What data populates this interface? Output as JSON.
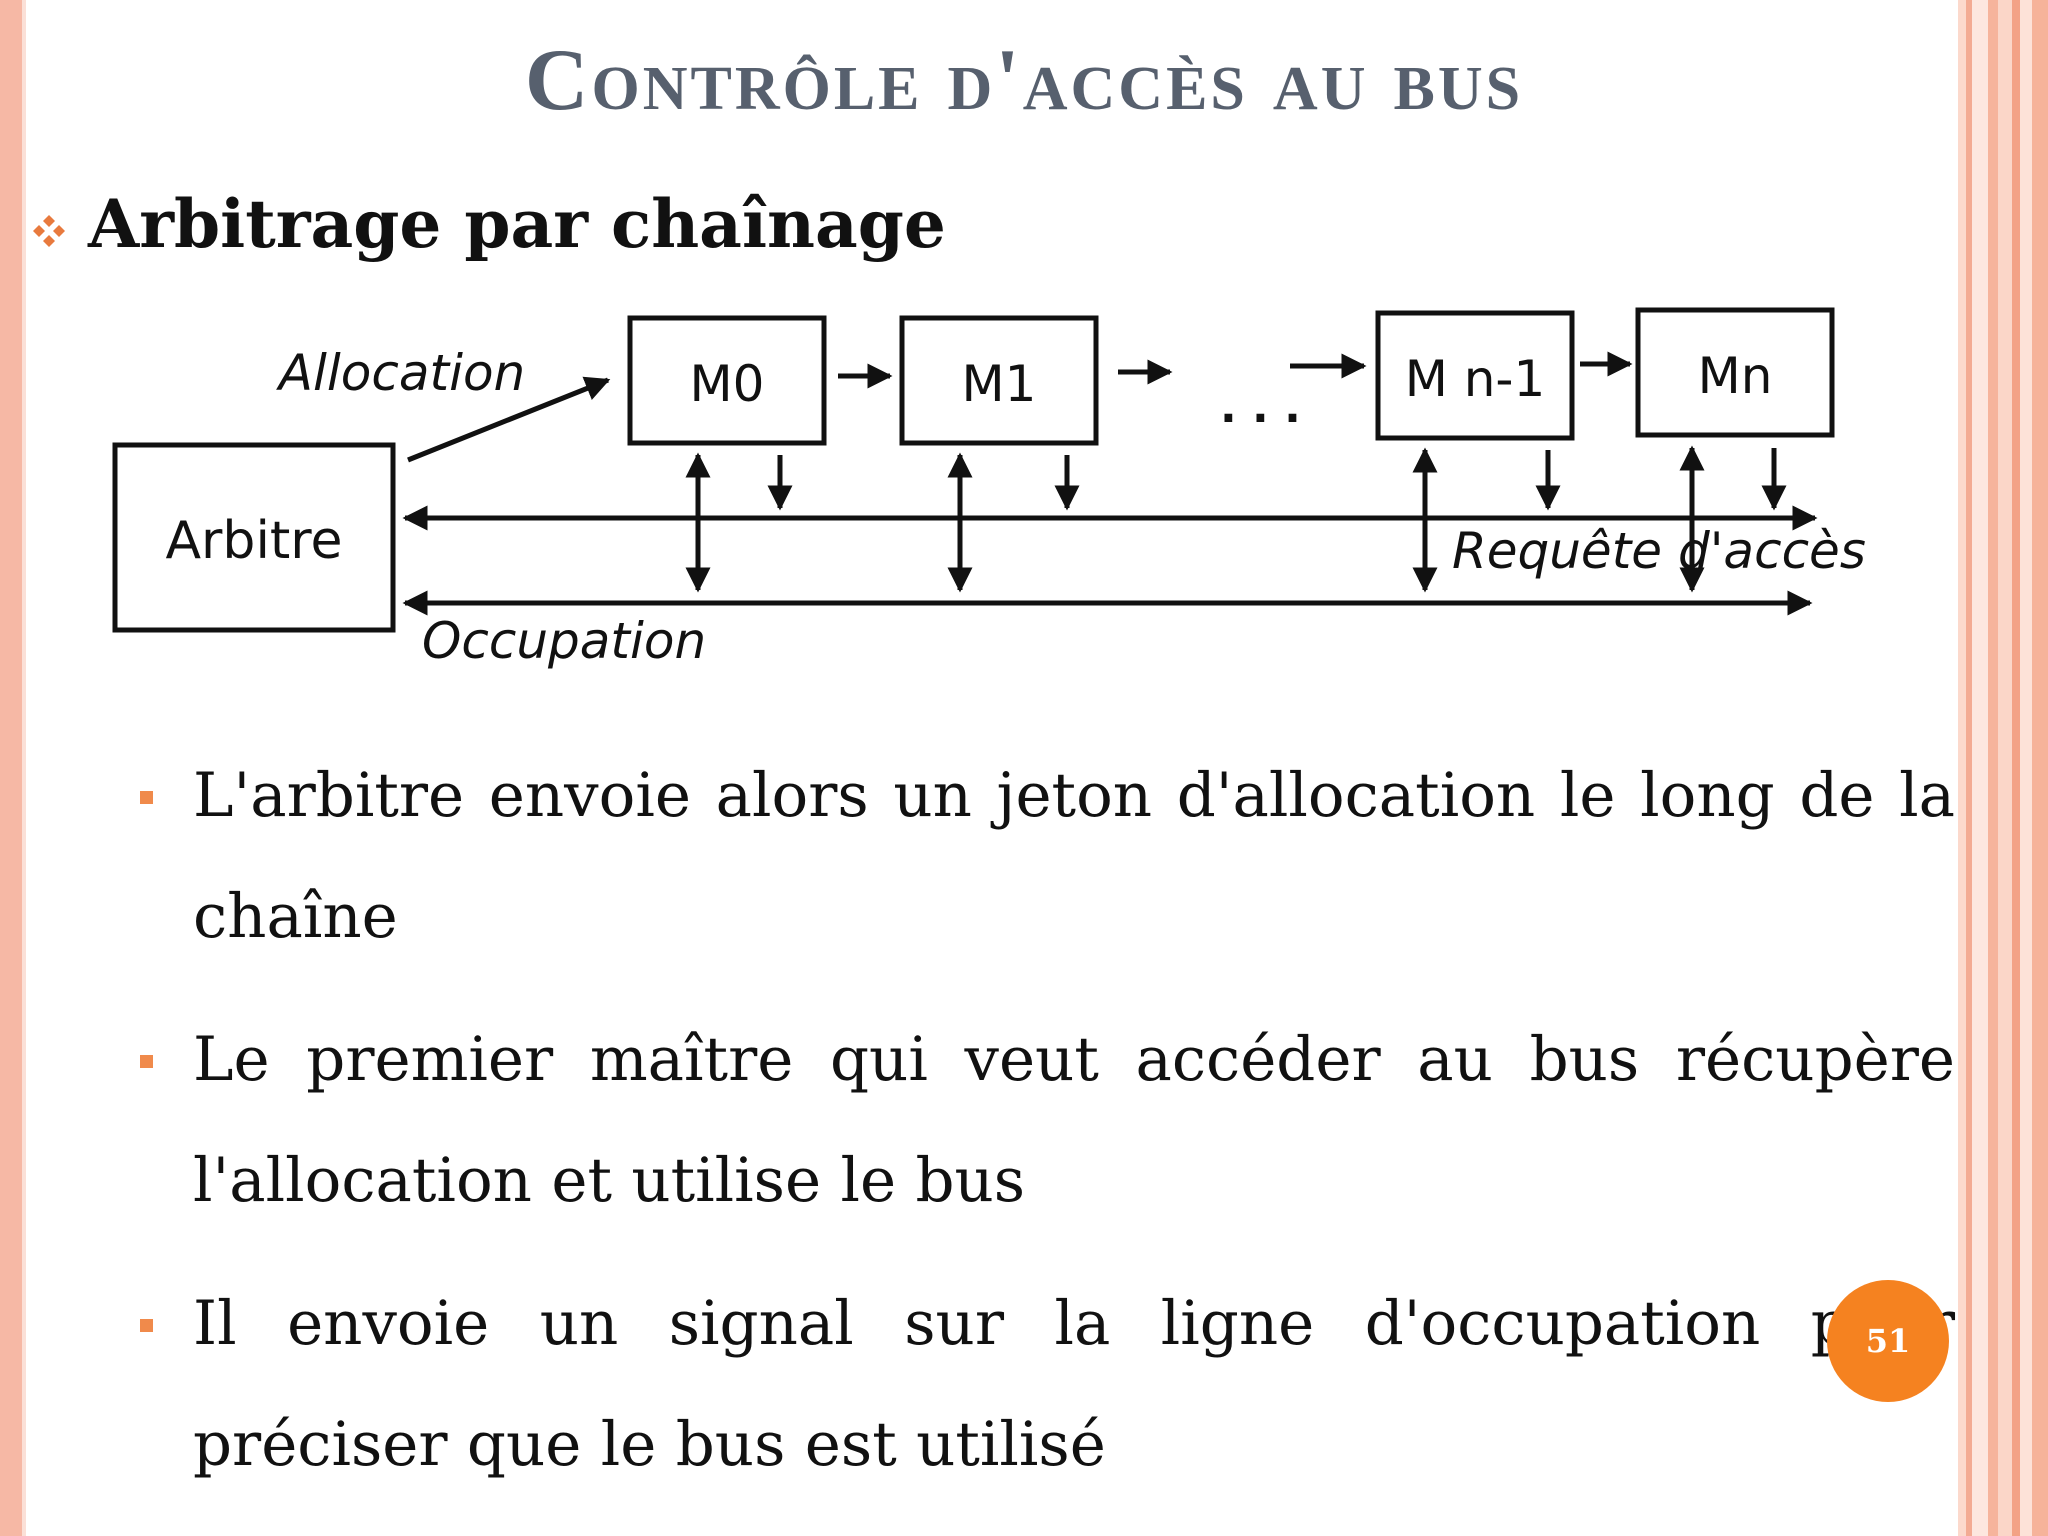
{
  "slide": {
    "title": "Contrôle d'accès au bus",
    "heading": "Arbitrage par chaînage",
    "page_number": "51",
    "colors": {
      "title": "#57606e",
      "accent": "#f58220",
      "bullet": "#f08a4b",
      "border": "#f6b8a5",
      "heading_icon": "#e87a3e"
    },
    "icons": {
      "heading": "diamond-cluster-icon",
      "bullet": "square-bullet-icon"
    }
  },
  "diagram": {
    "arbiter": "Arbitre",
    "allocation": "Allocation",
    "masters": [
      "M0",
      "M1",
      "M n-1",
      "Mn"
    ],
    "ellipsis": ". . .",
    "request_line": "Requête d'accès",
    "occupation_line": "Occupation"
  },
  "bullets": [
    "L'arbitre envoie alors un jeton d'allocation le long de la chaîne",
    "Le premier maître qui veut accéder au bus récupère l'allocation et utilise le bus",
    "Il envoie un signal sur la ligne d'occupation pour préciser  que le bus est utilisé"
  ]
}
